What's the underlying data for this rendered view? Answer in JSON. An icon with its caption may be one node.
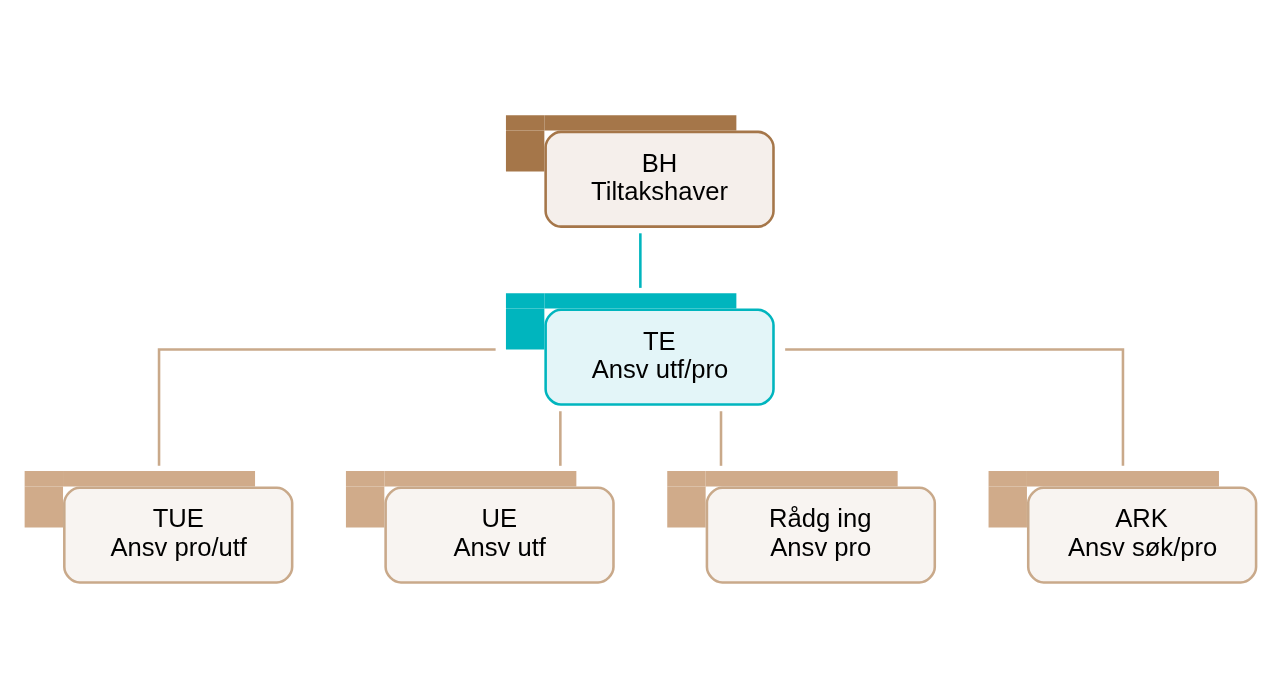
{
  "diagram": {
    "nodes": [
      {
        "text": [
          "BH",
          "Tiltakshaver"
        ]
      },
      {
        "text": [
          "TE",
          "Ansv utf/pro"
        ]
      },
      {
        "text": [
          "TUE",
          "Ansv pro/utf"
        ]
      },
      {
        "text": [
          "UE",
          "Ansv utf"
        ]
      },
      {
        "text": [
          "Rådg ing",
          "Ansv pro"
        ]
      },
      {
        "text": [
          "ARK",
          "Ansv søk/pro"
        ]
      }
    ],
    "edges": [
      {
        "from": 0,
        "to": 1,
        "arrow": "none",
        "color": "#00b5be"
      },
      {
        "from": 1,
        "to": 2,
        "arrow": "none"
      },
      {
        "from": 1,
        "to": 3,
        "arrow": "none"
      },
      {
        "from": 1,
        "to": 4,
        "arrow": "none"
      },
      {
        "from": 1,
        "to": 5,
        "arrow": "none"
      }
    ]
  }
}
